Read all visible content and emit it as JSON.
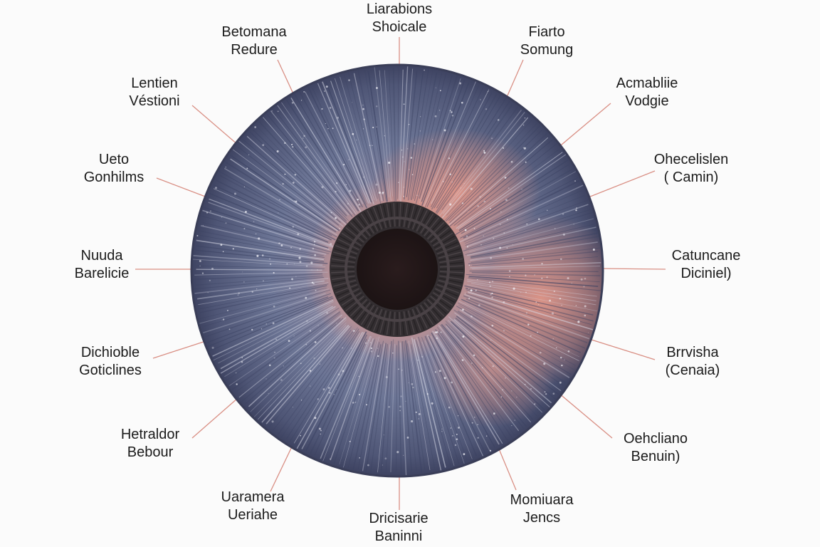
{
  "colors": {
    "background": "#fbfbfb",
    "iris_outer": "#4a5170",
    "iris_inner": "#6c7595",
    "iris_blush": "#e28f7c",
    "pupil_ring": "#2f2c2e",
    "pupil": "#231717",
    "leader_line": "#d98f84",
    "text": "#1b1b1b"
  },
  "labels": [
    {
      "id": "top",
      "line1": "Liarabions",
      "line2": "Shoicale"
    },
    {
      "id": "top-left-1",
      "line1": "Betomana",
      "line2": "Redure"
    },
    {
      "id": "top-right-1",
      "line1": "Fiarto",
      "line2": "Somung"
    },
    {
      "id": "top-left-2",
      "line1": "Lentien",
      "line2": "Véstioni"
    },
    {
      "id": "top-right-2",
      "line1": "Acmabliie",
      "line2": "Vodgie"
    },
    {
      "id": "left-3",
      "line1": "Ueto",
      "line2": "Gonhilms"
    },
    {
      "id": "right-3",
      "line1": "Ohecelislen",
      "line2": "( Camin)"
    },
    {
      "id": "left-4",
      "line1": "Nuuda",
      "line2": "Barelicie"
    },
    {
      "id": "right-4",
      "line1": "Catuncane",
      "line2": "Diciniel)"
    },
    {
      "id": "left-5",
      "line1": "Dichioble",
      "line2": "Goticlines"
    },
    {
      "id": "right-5",
      "line1": "Brrvisha",
      "line2": "(Cenaia)"
    },
    {
      "id": "left-6",
      "line1": "Hetraldor",
      "line2": "Bebour"
    },
    {
      "id": "right-6",
      "line1": "Oehcliano",
      "line2": "Benuin)"
    },
    {
      "id": "bottom-left",
      "line1": "Uaramera",
      "line2": "Ueriahe"
    },
    {
      "id": "bottom",
      "line1": "Dricisarie",
      "line2": "Baninni"
    },
    {
      "id": "bottom-right",
      "line1": "Momiuara",
      "line2": "Jencs"
    }
  ]
}
